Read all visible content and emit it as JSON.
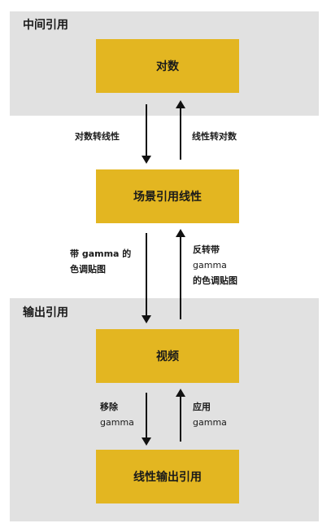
{
  "top_panel": {
    "title": "中间引用",
    "box": "对数"
  },
  "bottom_panel": {
    "title": "输出引用",
    "video_box": "视频",
    "linear_output_box": "线性输出引用"
  },
  "middle": {
    "scene_box": "场景引用线性"
  },
  "labels": {
    "log_to_linear": "对数转线性",
    "linear_to_log": "线性转对数",
    "tonemap_with_gamma_line1": "带 gamma 的",
    "tonemap_with_gamma_line2": "色调贴图",
    "inverse_tonemap_line1": "反转带",
    "inverse_tonemap_line2": "gamma",
    "inverse_tonemap_line3": "的色调贴图",
    "remove_gamma_line1": "移除",
    "remove_gamma_line2": "gamma",
    "apply_gamma_line1": "应用",
    "apply_gamma_line2": "gamma"
  }
}
